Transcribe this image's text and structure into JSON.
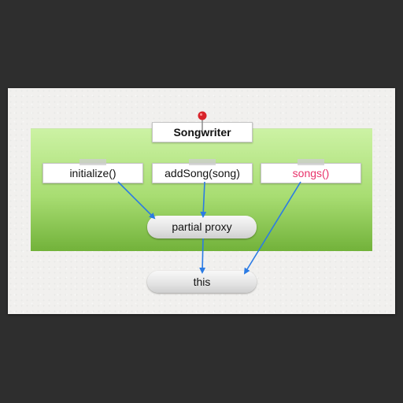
{
  "diagram": {
    "title": "Songwriter",
    "methods": [
      {
        "label": "initialize()",
        "color": "#111111"
      },
      {
        "label": "addSong(song)",
        "color": "#111111"
      },
      {
        "label": "songs()",
        "color": "#e8326a"
      }
    ],
    "proxy_label": "partial proxy",
    "target_label": "this",
    "colors": {
      "arrow": "#2b7be4",
      "panel_top": "#ccf2a4",
      "panel_bottom": "#72b23a",
      "pin": "#d8232a"
    },
    "edges": [
      {
        "from": "initialize()",
        "to": "partial proxy"
      },
      {
        "from": "addSong(song)",
        "to": "partial proxy"
      },
      {
        "from": "partial proxy",
        "to": "this"
      },
      {
        "from": "songs()",
        "to": "this"
      }
    ]
  }
}
